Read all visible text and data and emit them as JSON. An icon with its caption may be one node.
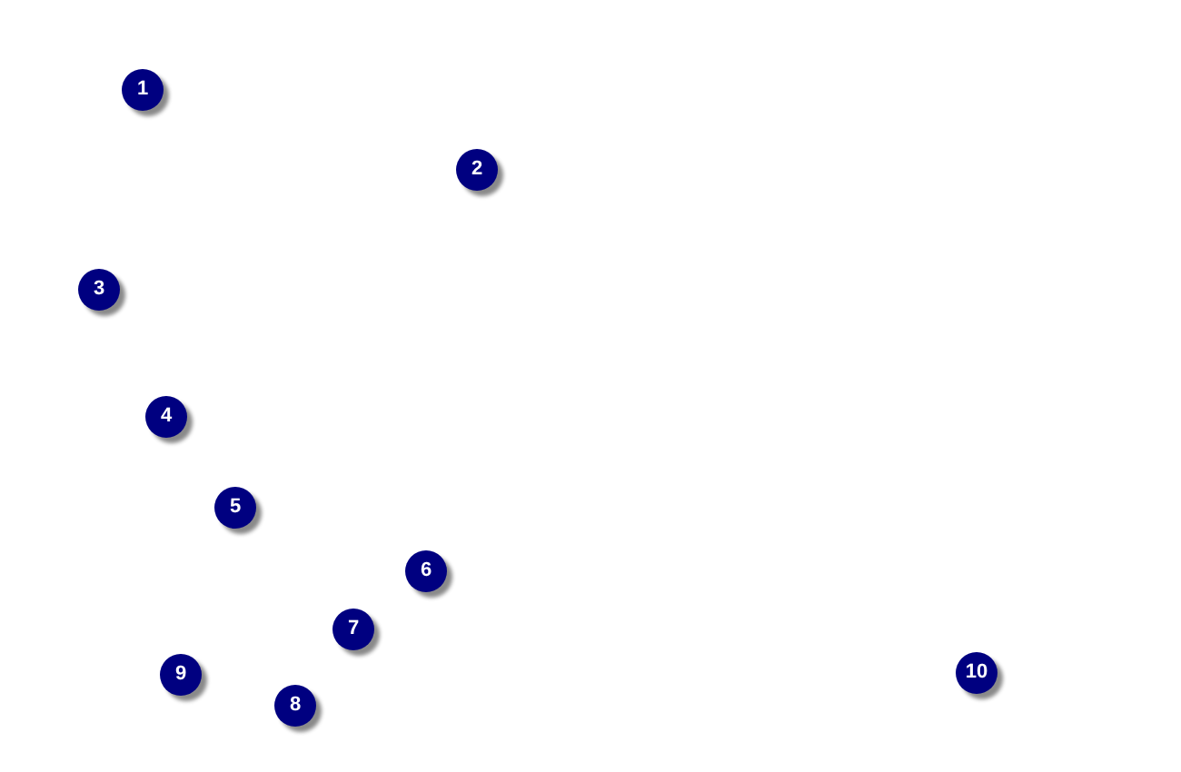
{
  "diagram": {
    "nodes": [
      {
        "text": [
          "1"
        ]
      },
      {
        "text": [
          "2"
        ]
      },
      {
        "text": [
          "3"
        ]
      },
      {
        "text": [
          "4"
        ]
      },
      {
        "text": [
          "5"
        ]
      },
      {
        "text": [
          "6"
        ]
      },
      {
        "text": [
          "7"
        ]
      },
      {
        "text": [
          "8"
        ]
      },
      {
        "text": [
          "9"
        ]
      },
      {
        "text": [
          "10"
        ]
      }
    ]
  }
}
